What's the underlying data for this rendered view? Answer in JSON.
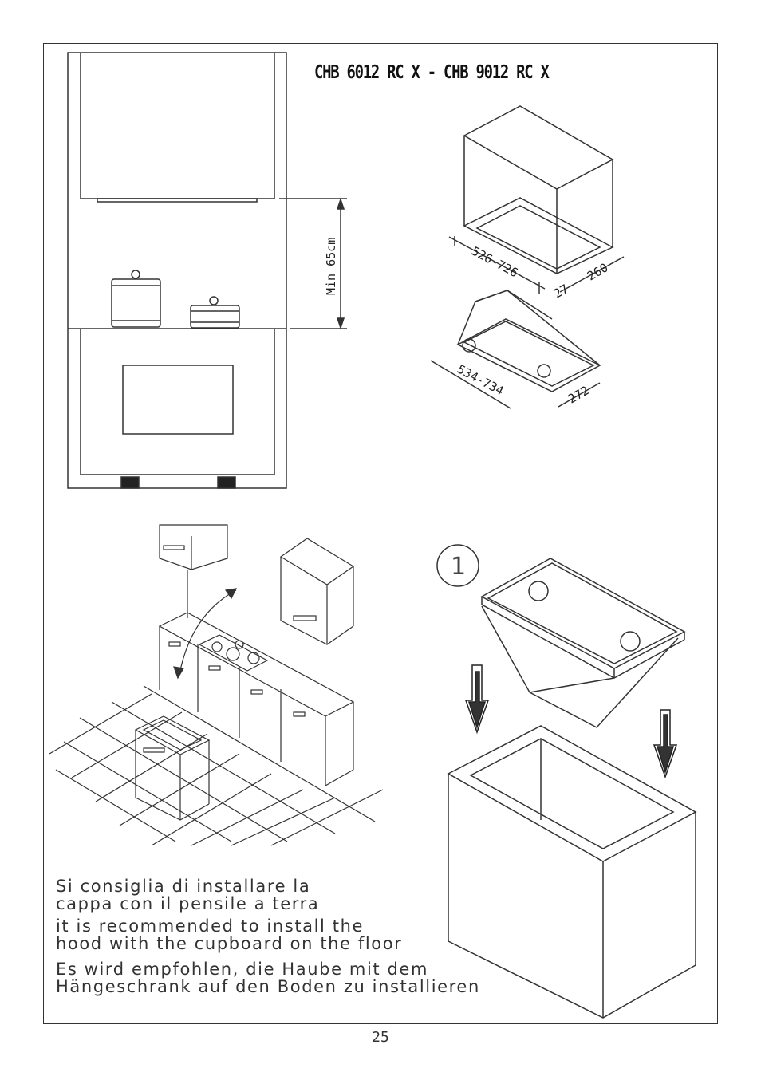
{
  "header": {
    "title": "CHB 6012 RC X  -  CHB 9012 RC X"
  },
  "dimensions": {
    "min_height": "Min 65cm",
    "cabinet_width": "526-726",
    "cabinet_depth": "260",
    "gap": "27",
    "hood_width": "534-734",
    "hood_depth": "272"
  },
  "step": {
    "number": "1"
  },
  "instructions": {
    "it": [
      "Si consiglia di installare la",
      "cappa con il pensile a terra"
    ],
    "en": [
      "it is recommended to install the",
      "hood with the cupboard on the floor"
    ],
    "de": [
      "Es wird empfohlen, die Haube mit dem",
      "Hängeschrank auf den Boden zu installieren"
    ]
  },
  "footer": {
    "page_number": "25"
  }
}
